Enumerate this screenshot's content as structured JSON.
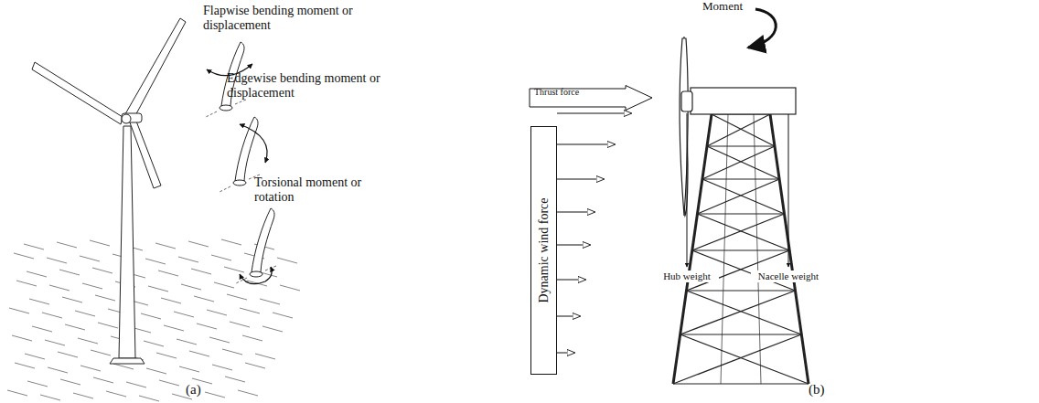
{
  "diagram": {
    "nodes": [
      {
        "text": [
          "Thrust force"
        ]
      },
      {
        "text": [
          "Dynamic wind force"
        ]
      }
    ],
    "labels": [
      "Flapwise bending moment or displacement",
      "Edgewise bending moment or displacement",
      "Torsional moment or rotation",
      "Moment",
      "Hub weight",
      "Nacelle weight",
      "(a)",
      "(b)"
    ]
  }
}
